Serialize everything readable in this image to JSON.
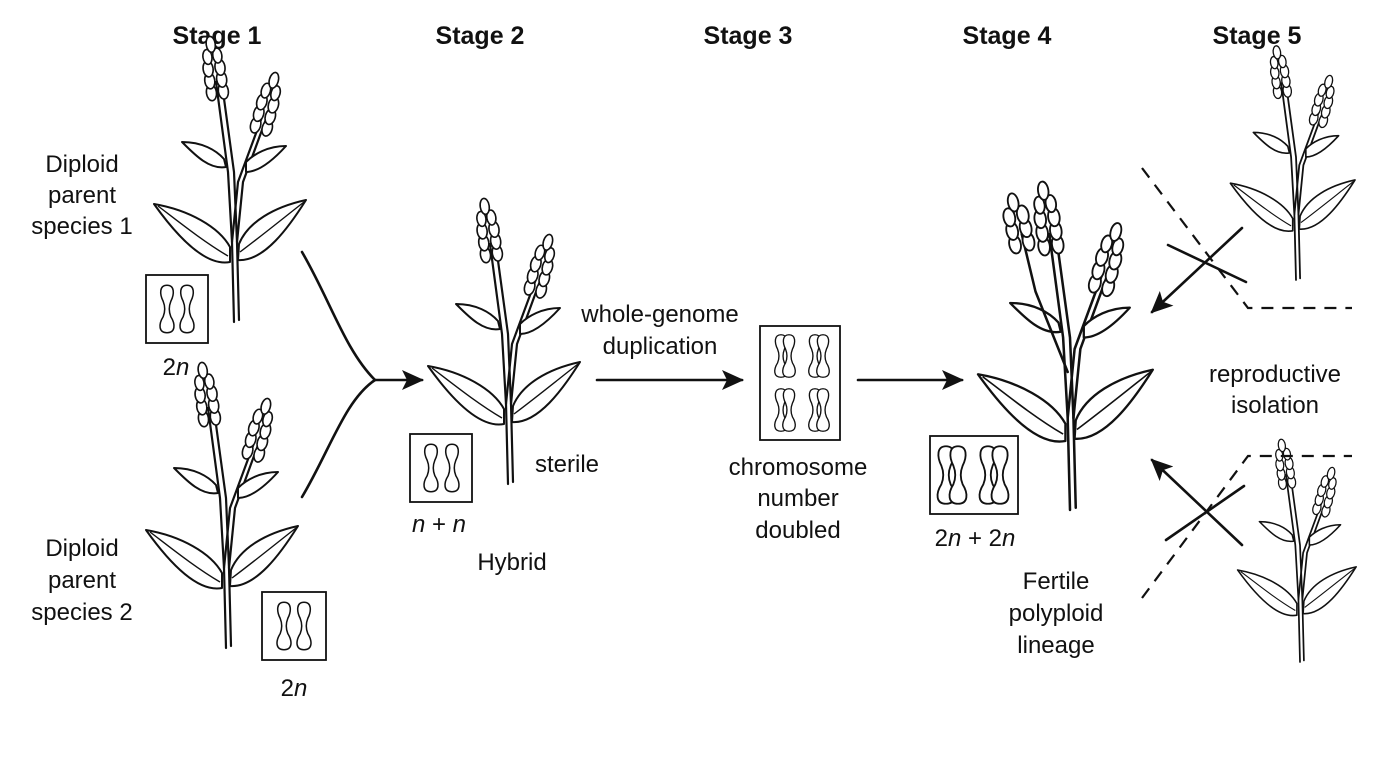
{
  "stages": {
    "s1": "Stage 1",
    "s2": "Stage 2",
    "s3": "Stage 3",
    "s4": "Stage 4",
    "s5": "Stage 5"
  },
  "parent1": {
    "line1": "Diploid",
    "line2": "parent",
    "line3": "species 1",
    "ploidy": "2"
  },
  "parent2": {
    "line1": "Diploid",
    "line2": "parent",
    "line3": "species 2",
    "ploidy": "2"
  },
  "hybrid": {
    "ploidy_a": "n",
    "ploidy_plus": " + ",
    "ploidy_b": "n",
    "name": "Hybrid",
    "status": "sterile"
  },
  "wgd": {
    "line1": "whole-genome",
    "line2": "duplication"
  },
  "doubled": {
    "line1": "chromosome",
    "line2": "number",
    "line3": "doubled"
  },
  "polyploid": {
    "ploidy_a": "2",
    "ploidy_b": "n",
    "ploidy_mid": " + 2",
    "ploidy_c": "n",
    "line1": "Fertile",
    "line2": "polyploid",
    "line3": "lineage"
  },
  "isolation": {
    "line1": "reproductive",
    "line2": "isolation"
  }
}
